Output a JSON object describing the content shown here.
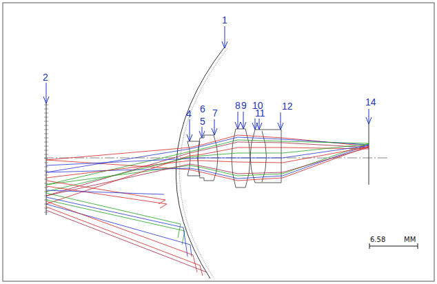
{
  "diagram": {
    "labels": [
      "1",
      "2",
      "4",
      "5",
      "6",
      "7",
      "8",
      "9",
      "10",
      "11",
      "12",
      "14",
      "6.58",
      "MM"
    ]
  }
}
